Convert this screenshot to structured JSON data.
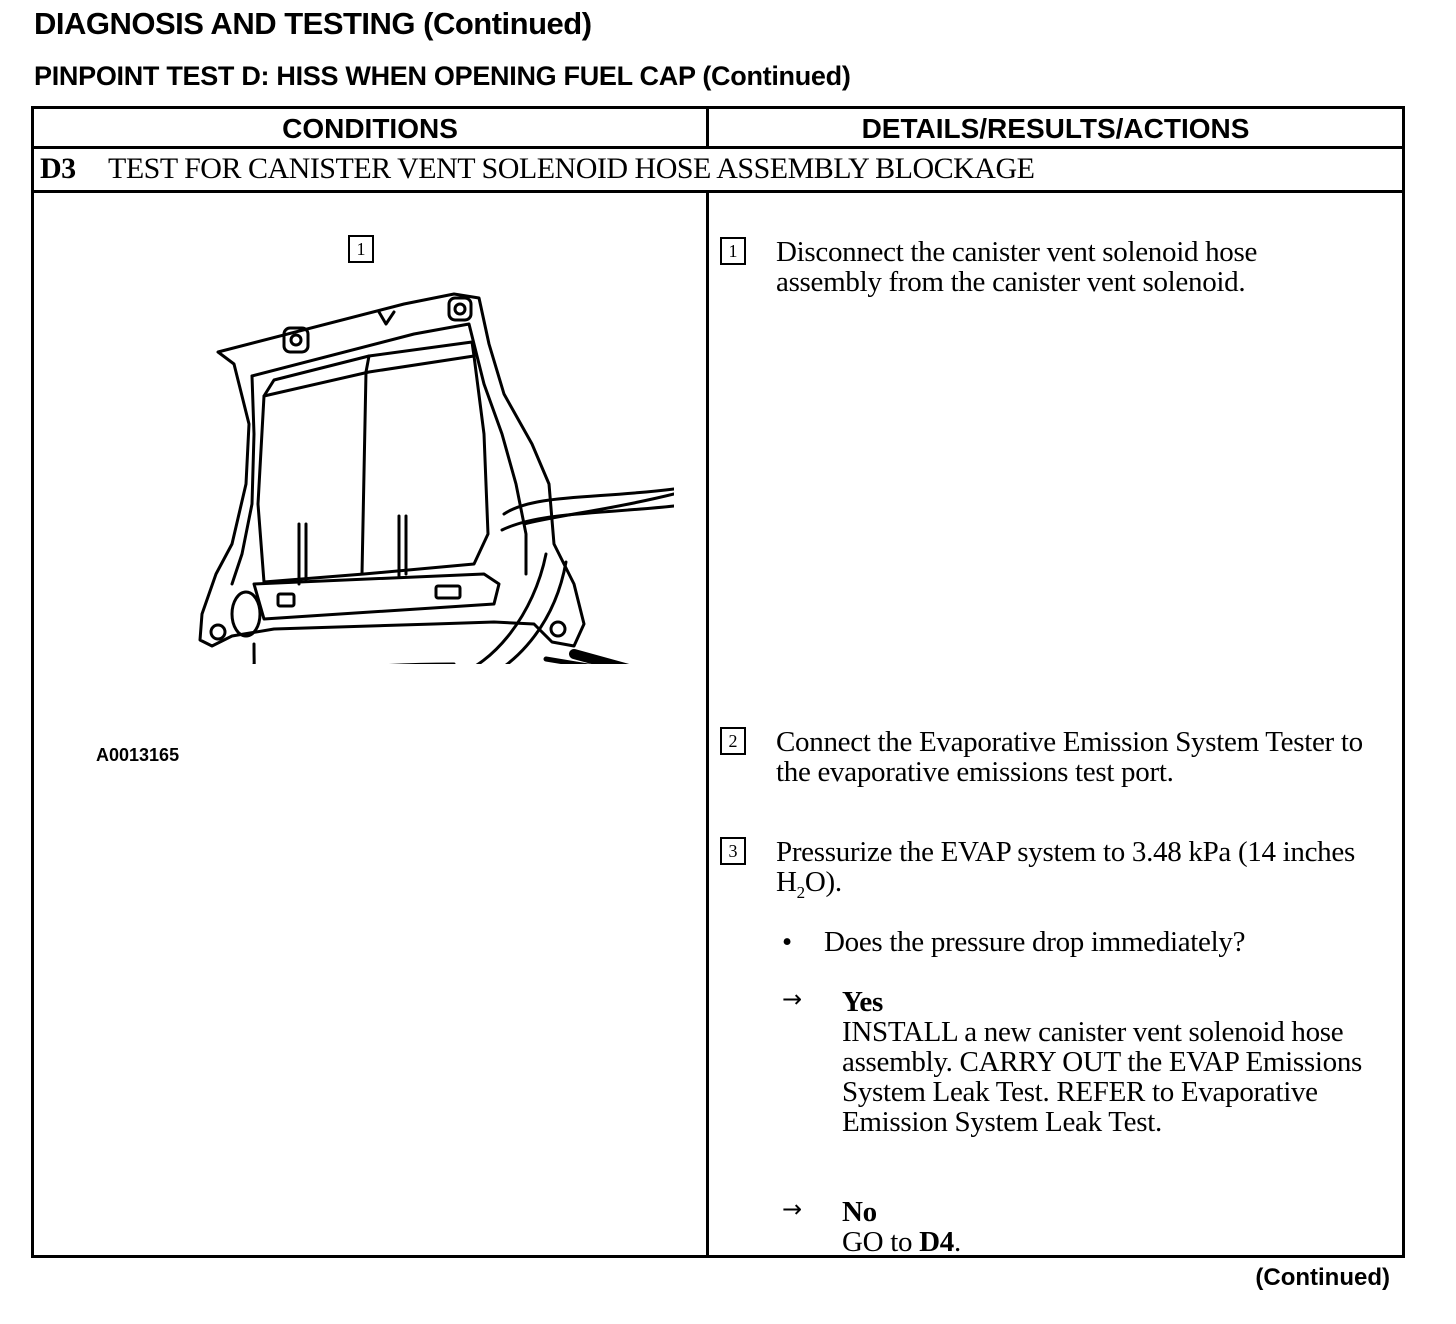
{
  "header": {
    "title": "DIAGNOSIS AND TESTING (Continued)",
    "subtitle": "PINPOINT TEST D:  HISS WHEN OPENING FUEL CAP (Continued)"
  },
  "table": {
    "col_conditions": "CONDITIONS",
    "col_details": "DETAILS/RESULTS/ACTIONS",
    "step_id": "D3",
    "step_title": "TEST FOR CANISTER VENT SOLENOID HOSE ASSEMBLY BLOCKAGE"
  },
  "figure": {
    "callout": "1",
    "id": "A0013165"
  },
  "actions": [
    {
      "num": "1",
      "text": "Disconnect the canister vent solenoid hose assembly from the canister vent solenoid."
    },
    {
      "num": "2",
      "text": "Connect the Evaporative Emission System Tester to the evaporative emissions test port."
    },
    {
      "num": "3",
      "text_before": "Pressurize the EVAP system to 3.48 kPa (14 inches H",
      "sub": "2",
      "text_after": "O)."
    }
  ],
  "question": "Does the pressure drop immediately?",
  "results": [
    {
      "answer": "Yes",
      "action": "INSTALL a new canister vent solenoid hose assembly. CARRY OUT the EVAP Emissions System Leak Test. REFER to Evaporative Emission System Leak Test."
    },
    {
      "answer": "No",
      "action_prefix": "GO to ",
      "action_ref": "D4",
      "action_suffix": "."
    }
  ],
  "footer": {
    "continued": "(Continued)"
  }
}
